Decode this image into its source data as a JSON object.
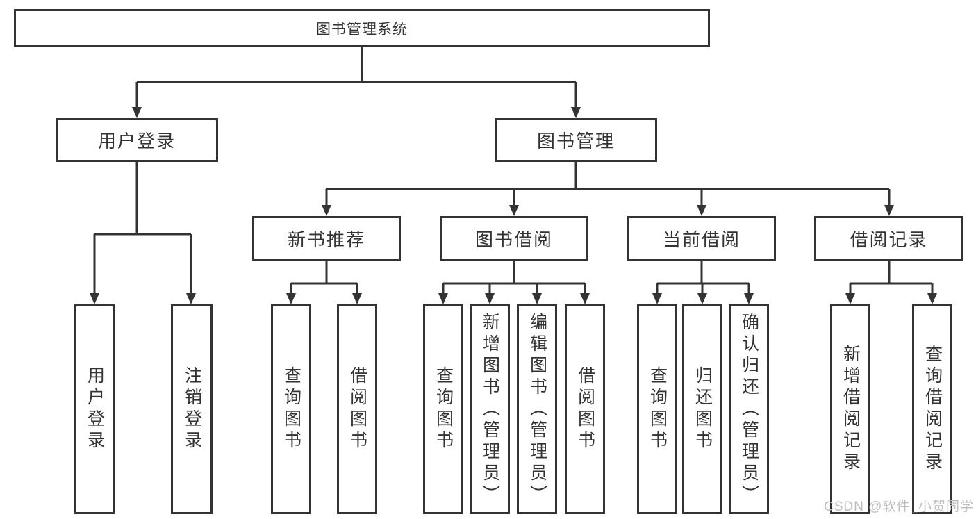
{
  "diagram_title": "图书管理系统",
  "tree": {
    "root": {
      "label": "图书管理系统",
      "children": [
        {
          "label": "用户登录",
          "children": [
            {
              "label": "用户登录"
            },
            {
              "label": "注销登录"
            }
          ]
        },
        {
          "label": "图书管理",
          "children": [
            {
              "label": "新书推荐",
              "children": [
                {
                  "label": "查询图书"
                },
                {
                  "label": "借阅图书"
                }
              ]
            },
            {
              "label": "图书借阅",
              "children": [
                {
                  "label": "查询图书"
                },
                {
                  "label": "新增图书（管理员）"
                },
                {
                  "label": "编辑图书（管理员）"
                },
                {
                  "label": "借阅图书"
                }
              ]
            },
            {
              "label": "当前借阅",
              "children": [
                {
                  "label": "查询图书"
                },
                {
                  "label": "归还图书"
                },
                {
                  "label": "确认归还（管理员）"
                }
              ]
            },
            {
              "label": "借阅记录",
              "children": [
                {
                  "label": "新增借阅记录"
                },
                {
                  "label": "查询借阅记录"
                }
              ]
            }
          ]
        }
      ]
    }
  },
  "watermark": {
    "text": "CSDN @软件_小贺同学",
    "color": "#bdbdbd"
  },
  "colors": {
    "line": "#333333",
    "box_border": "#333333",
    "box_fill": "#ffffff",
    "text": "#333333",
    "background": "#ffffff"
  }
}
